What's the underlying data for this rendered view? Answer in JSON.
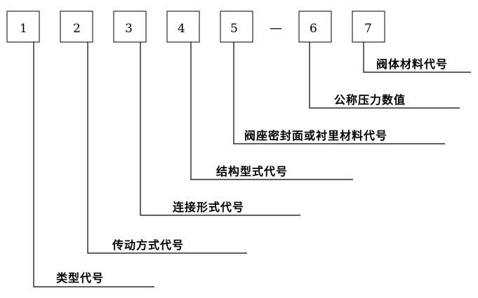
{
  "boxes": [
    {
      "label": "1"
    },
    {
      "label": "2"
    },
    {
      "label": "3"
    },
    {
      "label": "4"
    },
    {
      "label": "5"
    },
    {
      "label": "6"
    },
    {
      "label": "7"
    }
  ],
  "separator": "—",
  "labels": [
    {
      "text": "类型代号"
    },
    {
      "text": "传动方式代号"
    },
    {
      "text": "连接形式代号"
    },
    {
      "text": "结构型式代号"
    },
    {
      "text": "阀座密封面或衬里材料代号"
    },
    {
      "text": "公称压力数值"
    },
    {
      "text": "阀体材料代号"
    }
  ]
}
